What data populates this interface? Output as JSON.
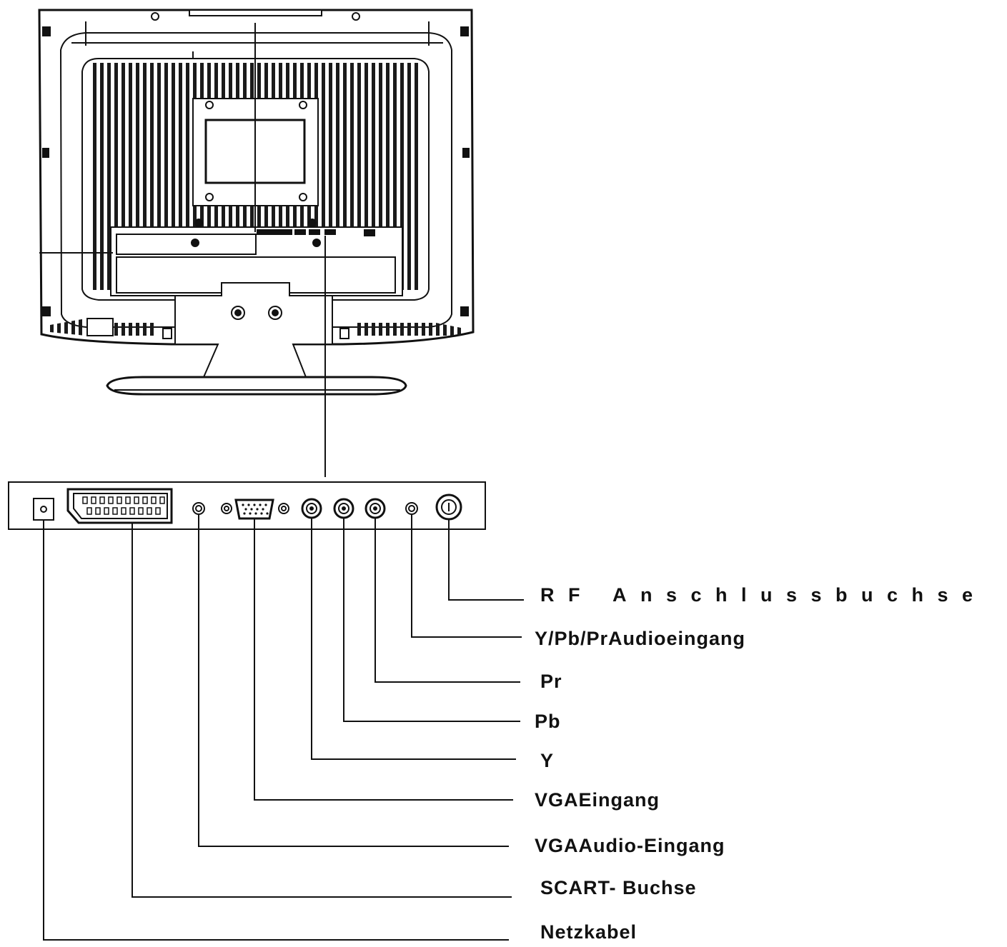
{
  "colors": {
    "ink": "#111111",
    "paper": "#ffffff",
    "vent": "#1a1a1a"
  },
  "labels": {
    "rf": "RF Anschlussbuchse",
    "ypbpr_audio": "Y/Pb/PrAudioeingang",
    "pr": "Pr",
    "pb": "Pb",
    "y": "Y",
    "vga_in": "VGAEingang",
    "vga_audio": "VGAAudio-Eingang",
    "scart": "SCART- Buchse",
    "power": "Netzkabel"
  },
  "icons": {
    "monitor": "monitor-rear-icon",
    "panel": "connector-panel-icon"
  }
}
